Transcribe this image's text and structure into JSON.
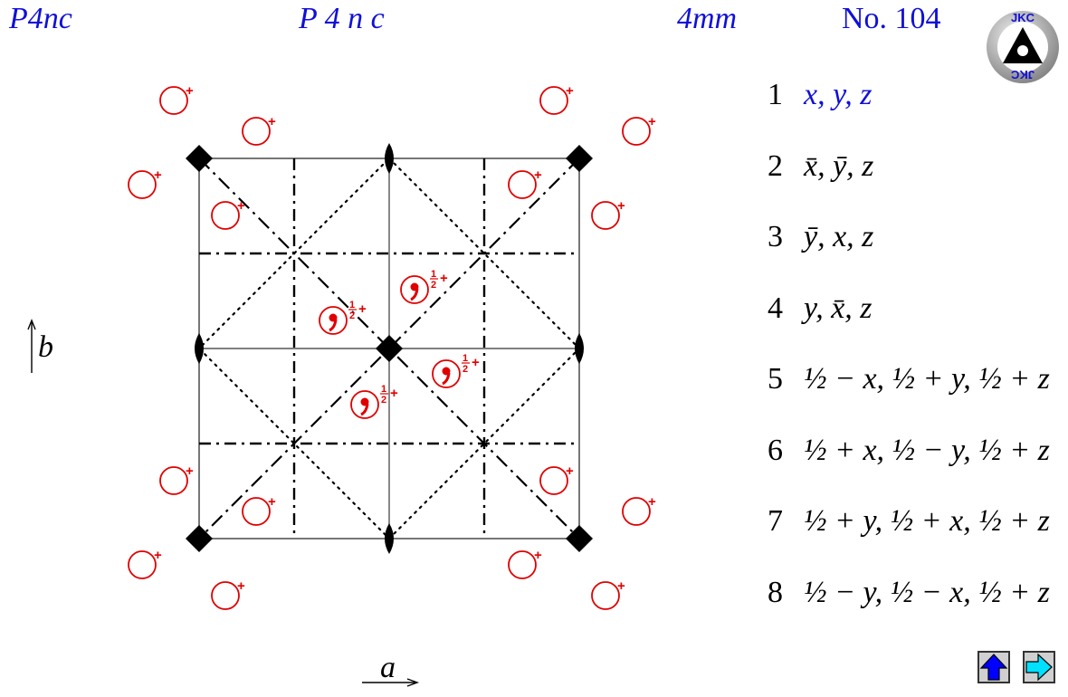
{
  "header": {
    "symbol": "P4nc",
    "full_symbol": "P 4 n c",
    "point_group": "4mm",
    "number": "No. 104"
  },
  "axes": {
    "a": "a",
    "b": "b"
  },
  "positions": [
    {
      "index": "1",
      "text": "x, y, z"
    },
    {
      "index": "2",
      "text": "x̄, ȳ, z"
    },
    {
      "index": "3",
      "text": "ȳ, x, z"
    },
    {
      "index": "4",
      "text": "y, x̄, z"
    },
    {
      "index": "5",
      "text": "½ − x, ½ + y, ½ + z"
    },
    {
      "index": "6",
      "text": "½ + x, ½ − y, ½ + z"
    },
    {
      "index": "7",
      "text": "½ + y, ½ + x, ½ + z"
    },
    {
      "index": "8",
      "text": "½ − y, ½ − x, ½ + z"
    }
  ],
  "markers": {
    "plus": "+",
    "half": "1/2",
    "half_num": "1",
    "half_den": "2"
  },
  "colors": {
    "title_blue": "#1010d8",
    "marker_red": "#e00000",
    "nav_blue": "#0000ff",
    "nav_cyan": "#00e0ff"
  },
  "nav": {
    "up": "up-arrow-icon",
    "next": "right-arrow-icon"
  },
  "logo": {
    "text": "JKC"
  }
}
